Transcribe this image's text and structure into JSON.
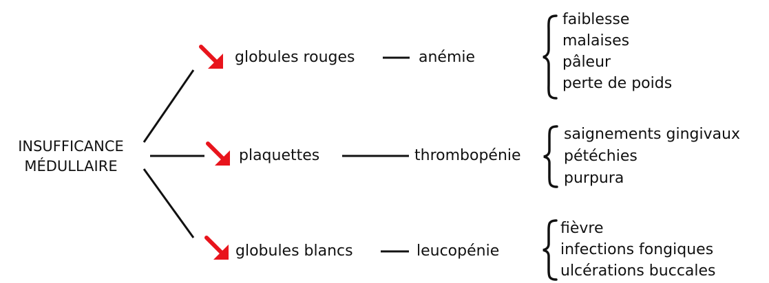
{
  "root": {
    "line1": "INSUFFICANCE",
    "line2": "MÉDULLAIRE"
  },
  "branches": [
    {
      "cell": "globules rouges",
      "condition": "anémie",
      "symptoms": [
        "faiblesse",
        "malaises",
        "pâleur",
        "perte de poids"
      ]
    },
    {
      "cell": "plaquettes",
      "condition": "thrombopénie",
      "symptoms": [
        "saignements gingivaux",
        "pétéchies",
        "purpura"
      ]
    },
    {
      "cell": "globules blancs",
      "condition": "leucopénie",
      "symptoms": [
        "fièvre",
        "infections fongiques",
        "ulcérations buccales"
      ]
    }
  ],
  "colors": {
    "arrow": "#e8141c",
    "line": "#111111",
    "text": "#111111"
  },
  "icons": {
    "decrease": "red-down-right-arrow-icon"
  }
}
